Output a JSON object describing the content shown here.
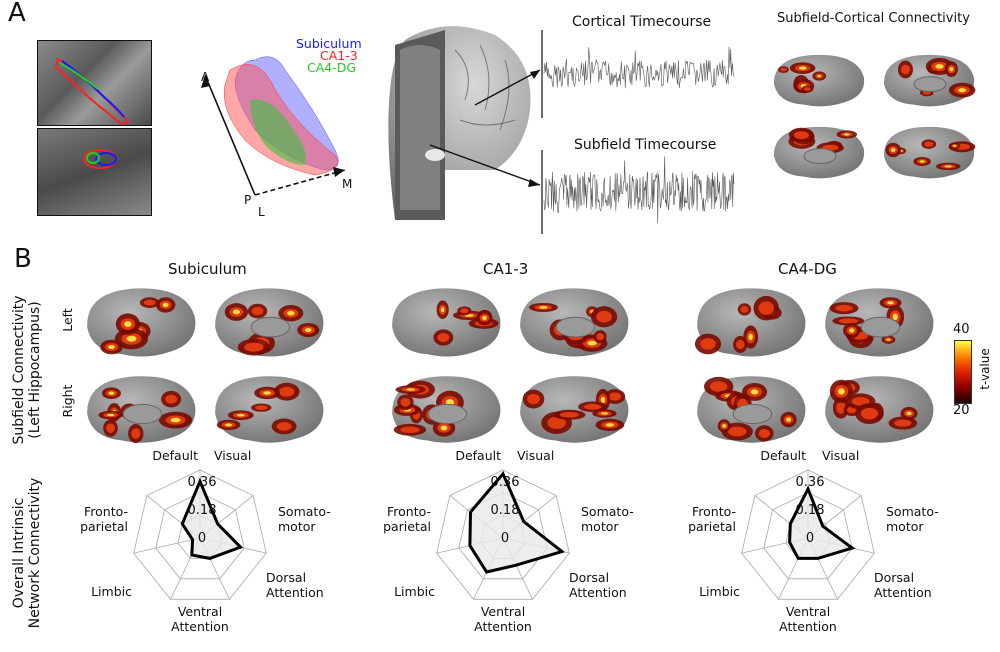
{
  "panel_a": {
    "letter": "A",
    "legend": [
      {
        "label": "Subiculum",
        "color": "#1a1aff"
      },
      {
        "label": "CA1-3",
        "color": "#ff2020"
      },
      {
        "label": "CA4-DG",
        "color": "#22cc22"
      }
    ],
    "axis_labels": {
      "a": "A",
      "p": "P",
      "l": "L",
      "m": "M"
    },
    "cortical_timecourse_title": "Cortical Timecourse",
    "subfield_timecourse_title": "Subfield Timecourse",
    "connectivity_title": "Subfield-Cortical Connectivity"
  },
  "panel_b": {
    "letter": "B",
    "columns": [
      "Subiculum",
      "CA1-3",
      "CA4-DG"
    ],
    "row_labels": {
      "left": "Left",
      "right": "Right"
    },
    "ylabel_connectivity_line1": "Subfield Connectivity",
    "ylabel_connectivity_line2": "(Left Hippocampus)",
    "ylabel_network_line1": "Overall Intrinsic",
    "ylabel_network_line2": "Network Connectivity",
    "colorbar": {
      "max": "40",
      "min": "20",
      "label": "t-value",
      "colors": [
        "#1a0000",
        "#8b0000",
        "#e02000",
        "#ff8000",
        "#ffff40"
      ]
    }
  },
  "chart_data": [
    {
      "type": "radar",
      "title": "Subiculum",
      "categories": [
        "Default",
        "Visual",
        "Somato-motor",
        "Dorsal Attention",
        "Ventral Attention",
        "Limbic",
        "Fronto-parietal"
      ],
      "ticks": [
        "0",
        "0.18",
        "0.36"
      ],
      "rlim": [
        0,
        0.36
      ],
      "values": [
        0.3,
        0.12,
        0.22,
        0.12,
        0.1,
        0.04,
        0.12
      ]
    },
    {
      "type": "radar",
      "title": "CA1-3",
      "categories": [
        "Default",
        "Visual",
        "Somato-motor",
        "Dorsal Attention",
        "Ventral Attention",
        "Limbic",
        "Fronto-parietal"
      ],
      "ticks": [
        "0",
        "0.18",
        "0.36"
      ],
      "rlim": [
        0,
        0.36
      ],
      "values": [
        0.34,
        0.14,
        0.32,
        0.16,
        0.2,
        0.18,
        0.22
      ]
    },
    {
      "type": "radar",
      "title": "CA4-DG",
      "categories": [
        "Default",
        "Visual",
        "Somato-motor",
        "Dorsal Attention",
        "Ventral Attention",
        "Limbic",
        "Fronto-parietal"
      ],
      "ticks": [
        "0",
        "0.18",
        "0.36"
      ],
      "rlim": [
        0,
        0.36
      ],
      "values": [
        0.26,
        0.1,
        0.24,
        0.12,
        0.12,
        0.1,
        0.12
      ]
    }
  ]
}
